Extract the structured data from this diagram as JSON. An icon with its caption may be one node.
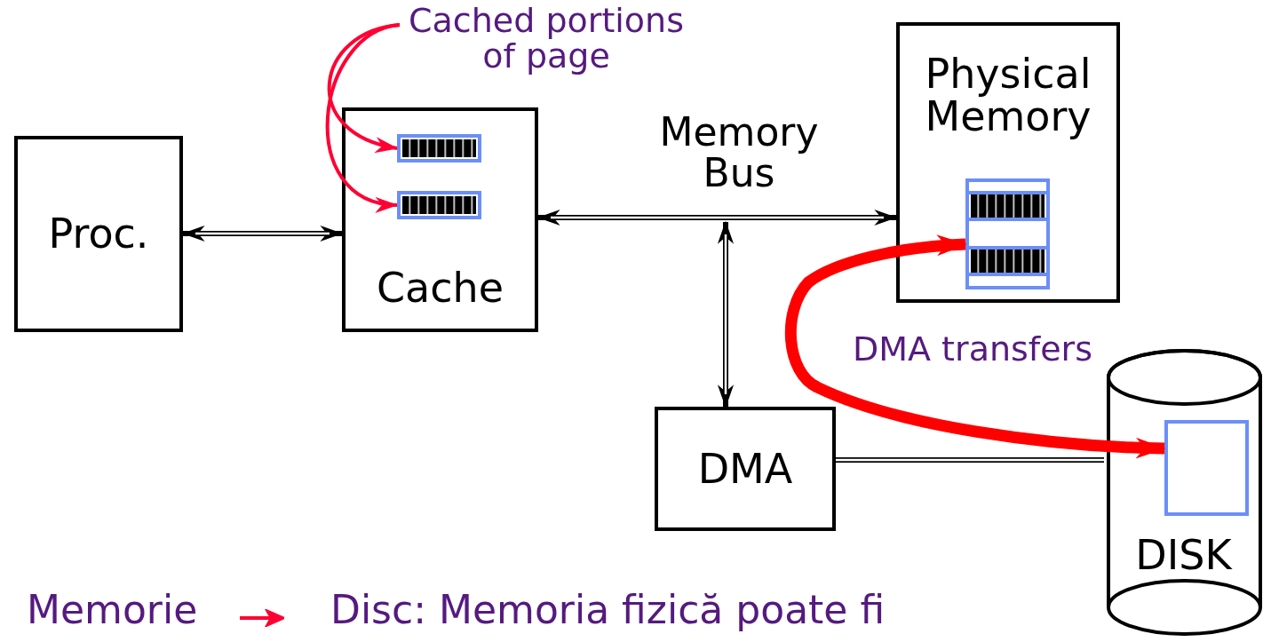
{
  "diagram": {
    "nodes": [
      {
        "text": [
          "Proc."
        ]
      },
      {
        "text": [
          "Cache"
        ]
      },
      {
        "text": [],
        "shape": "bar",
        "in": 1
      },
      {
        "text": [],
        "shape": "bar",
        "in": 1
      },
      {
        "text": [
          "Physical Memory"
        ]
      },
      {
        "text": [],
        "shape": "bar",
        "in": 4
      },
      {
        "text": [
          "DMA"
        ]
      },
      {
        "text": [
          "DISK"
        ]
      },
      {
        "text": [],
        "shape": "box",
        "in": 7
      },
      {
        "text": [
          "Cached portions of page"
        ]
      }
    ],
    "edges": [
      {
        "from": 0,
        "to": 1,
        "arrow": "both"
      },
      {
        "from": 1,
        "to": 4,
        "arrow": "both",
        "label": "Memory Bus"
      },
      {
        "from": null,
        "to": 6,
        "arrow": "both"
      },
      {
        "from": 6,
        "to": 7,
        "arrow": "none"
      },
      {
        "from": 9,
        "to": 2,
        "arrow": "to",
        "color": "#ff0033"
      },
      {
        "from": 9,
        "to": 3,
        "arrow": "to",
        "color": "#ff0033"
      },
      {
        "from": 5,
        "to": 8,
        "arrow": "both",
        "label": "DMA transfers",
        "style": "thick",
        "color": "#ff0000"
      }
    ],
    "labels": [
      "Memorie",
      "Disc: Memoria fizică poate fi"
    ]
  }
}
